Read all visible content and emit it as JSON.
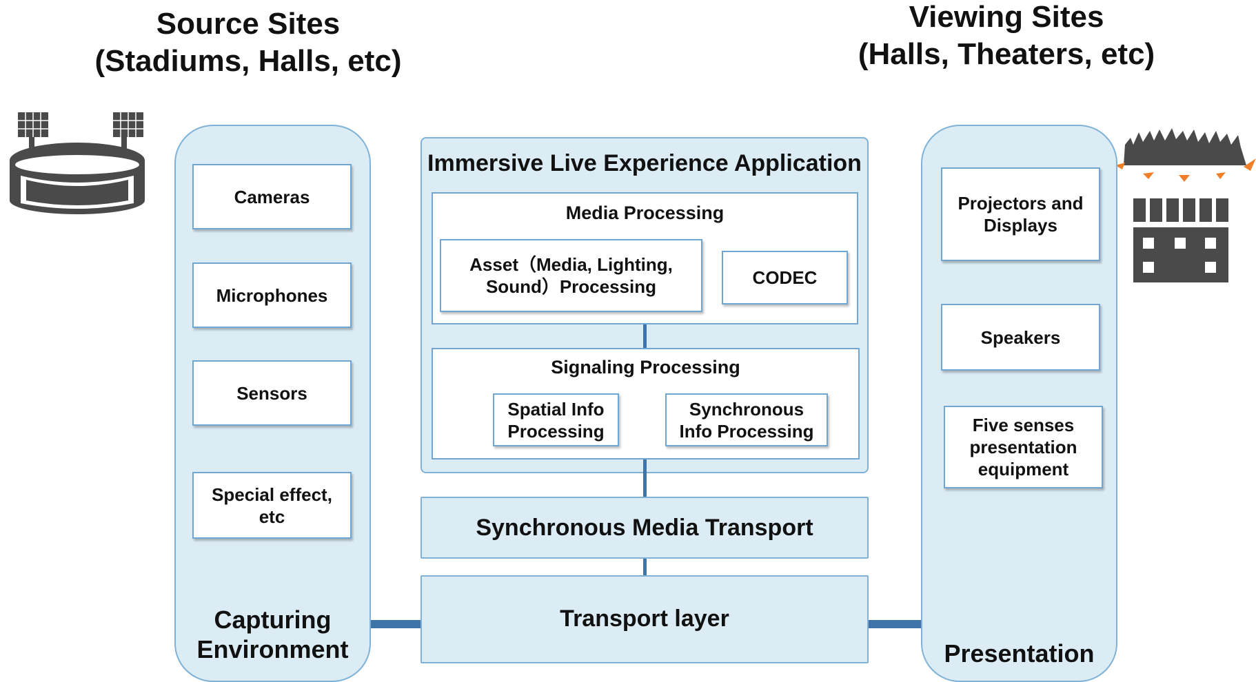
{
  "headings": {
    "source": "Source Sites\n(Stadiums, Halls, etc)",
    "viewing": "Viewing Sites\n(Halls, Theaters, etc)"
  },
  "capture": {
    "items": [
      "Cameras",
      "Microphones",
      "Sensors",
      "Special effect,\netc"
    ],
    "label": "Capturing\nEnvironment"
  },
  "app": {
    "title": "Immersive Live Experience Application",
    "media": {
      "title": "Media Processing",
      "asset": "Asset（Media, Lighting,\nSound）Processing",
      "codec": "CODEC"
    },
    "signaling": {
      "title": "Signaling Processing",
      "spatial": "Spatial Info\nProcessing",
      "sync": "Synchronous\nInfo Processing"
    }
  },
  "sync_transport": "Synchronous Media Transport",
  "transport_layer": "Transport layer",
  "presentation": {
    "items": [
      "Projectors and\nDisplays",
      "Speakers",
      "Five senses\npresentation\nequipment"
    ],
    "label": "Presentation"
  },
  "icons": {
    "stadium": "stadium-icon",
    "venue": "theater-crowd-icon"
  },
  "colors": {
    "panel_fill": "#dcecf5",
    "border": "#7fb2d6",
    "connector": "#3e74a8",
    "icon": "#4a4a4a",
    "accent": "#f07f2a"
  }
}
